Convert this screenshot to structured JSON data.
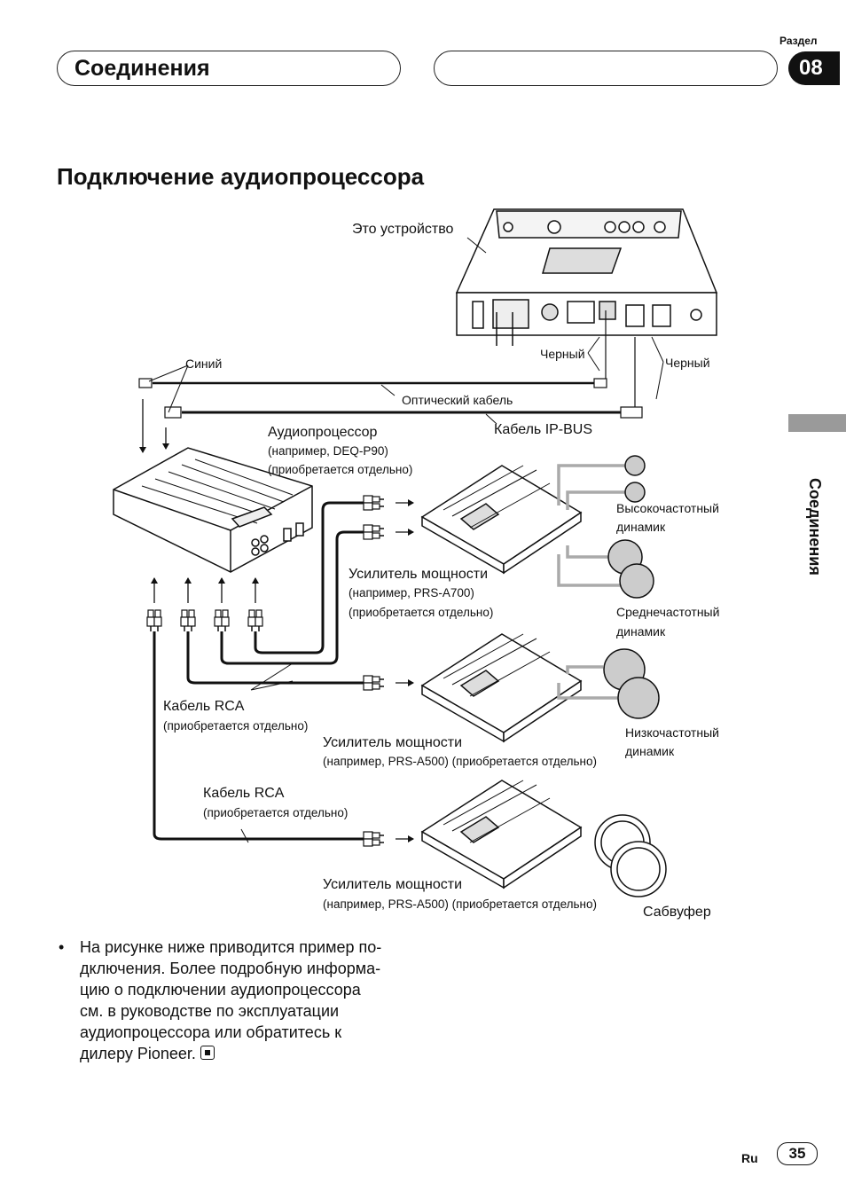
{
  "header": {
    "section_title": "Соединения",
    "razdel_label": "Раздел",
    "section_number": "08"
  },
  "page_heading": "Подключение аудиопроцессора",
  "side_tab_label": "Соединения",
  "diagram": {
    "labels": {
      "this_unit": "Это устройство",
      "blue": "Синий",
      "black_left": "Черный",
      "black_right": "Черный",
      "optical_cable": "Оптический кабель",
      "ipbus_cable": "Кабель IP-BUS",
      "processor_name": "Аудиопроцессор",
      "processor_example": "(например, DEQ-P90)",
      "processor_sold": "(приобретается отдельно)",
      "amp1_name": "Усилитель мощности",
      "amp1_example": "(например, PRS-A700)",
      "amp1_sold": "(приобретается отдельно)",
      "amp2_name": "Усилитель мощности",
      "amp2_note": "(например, PRS-A500) (приобретается отдельно)",
      "amp3_name": "Усилитель мощности",
      "amp3_note": "(например, PRS-A500) (приобретается отдельно)",
      "rca1_name": "Кабель RCA",
      "rca1_sold": "(приобретается отдельно)",
      "rca2_name": "Кабель RCA",
      "rca2_sold": "(приобретается отдельно)",
      "tweeter_line1": "Высокочастотный",
      "tweeter_line2": "динамик",
      "mid_line1": "Среднечастотный",
      "mid_line2": "динамик",
      "woofer_line1": "Низкочастотный",
      "woofer_line2": "динамик",
      "subwoofer": "Сабвуфер"
    }
  },
  "bullet": {
    "lines": [
      "На рисунке ниже приводится пример по-",
      "дключения. Более подробную информа-",
      "цию о подключении аудиопроцессора",
      "см. в руководстве по эксплуатации",
      "аудиопроцессора или обратитесь к",
      "дилеру Pioneer."
    ]
  },
  "footer": {
    "lang": "Ru",
    "page_number": "35"
  }
}
